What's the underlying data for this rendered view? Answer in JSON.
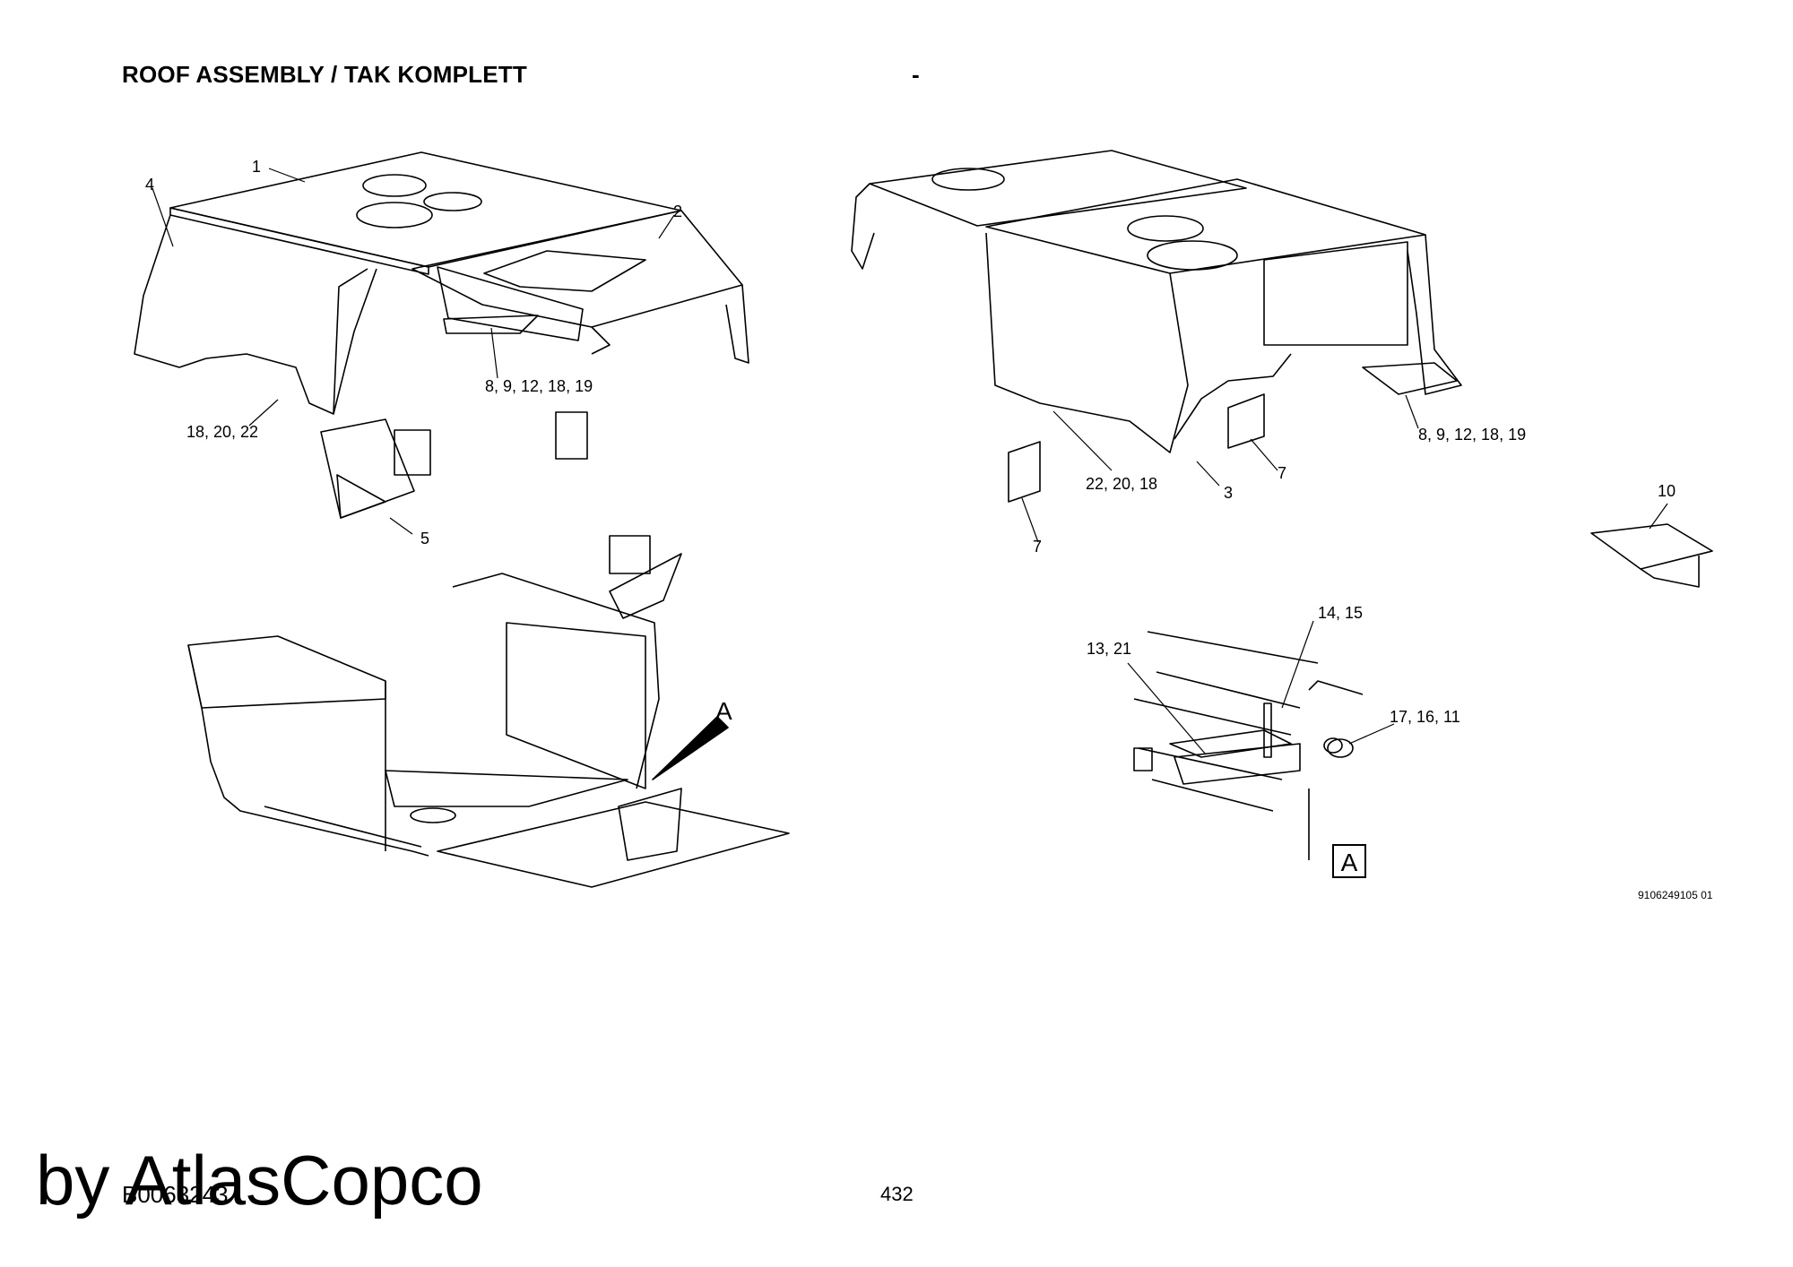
{
  "header": {
    "title": "ROOF ASSEMBLY / TAK KOMPLETT",
    "dash": "-"
  },
  "callouts": {
    "c1": "1",
    "c2": "2",
    "c3": "3",
    "c4": "4",
    "c5": "5",
    "c7a": "7",
    "c7b": "7",
    "c10": "10",
    "c8912a": "8, 9, 12, 18, 19",
    "c8912b": "8, 9, 12, 18, 19",
    "c182022": "18, 20, 22",
    "c222018": "22, 20, 18",
    "c1415": "14, 15",
    "c1321": "13, 21",
    "c171611": "17, 16, 11",
    "detailA": "A",
    "boxA": "A"
  },
  "drawing_number": "9106249105 01",
  "footer": {
    "doc_code": "B0063243",
    "page_number": "432",
    "watermark": "by AtlasCopco"
  }
}
